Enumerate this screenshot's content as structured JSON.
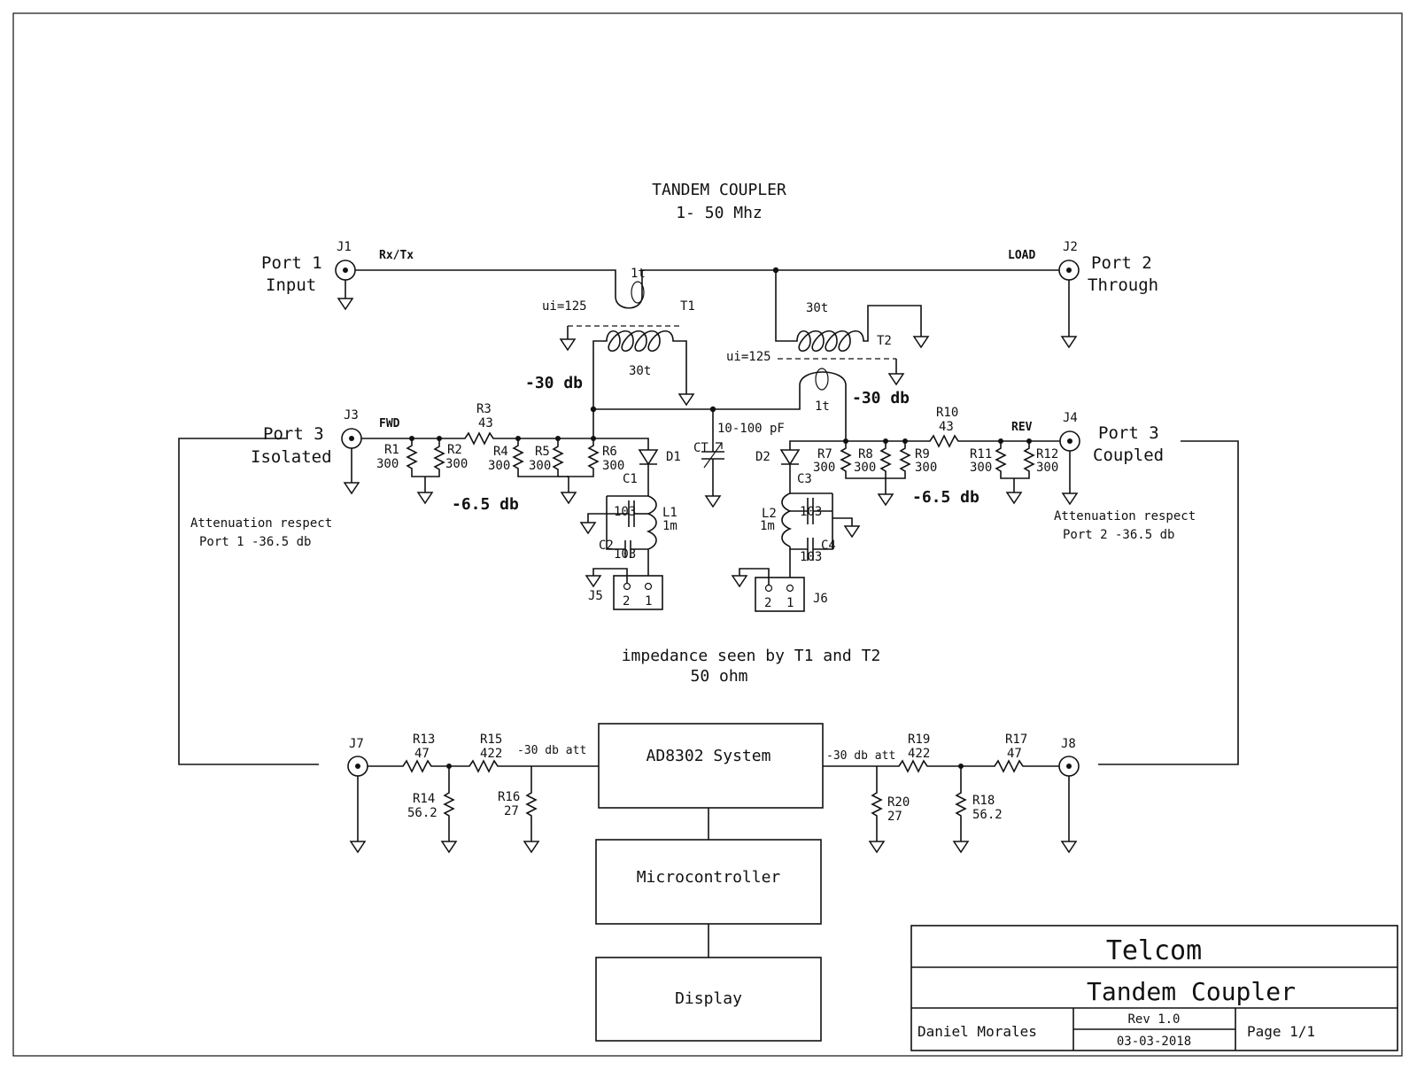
{
  "title": {
    "line1": "TANDEM COUPLER",
    "line2": "1- 50 Mhz"
  },
  "ports": {
    "port1": {
      "ref": "J1",
      "name": "Port 1",
      "desc": "Input",
      "net": "Rx/Tx"
    },
    "port2": {
      "ref": "J2",
      "name": "Port 2",
      "desc": "Through",
      "net": "LOAD"
    },
    "port3_iso": {
      "ref": "J3",
      "name": "Port 3",
      "desc": "Isolated",
      "net": "FWD"
    },
    "port3_cpl": {
      "ref": "J4",
      "name": "Port 3",
      "desc": "Coupled",
      "net": "REV"
    }
  },
  "transformers": {
    "t1": {
      "ref": "T1",
      "primary": "1t",
      "secondary": "30t",
      "ui": "ui=125"
    },
    "t2": {
      "ref": "T2",
      "primary": "30t",
      "secondary": "1t",
      "ui": "ui=125"
    }
  },
  "levels": {
    "left_coupling": "-30 db",
    "right_coupling": "-30 db",
    "left_att": "-6.5 db",
    "right_att": "-6.5 db"
  },
  "components": {
    "r1": {
      "ref": "R1",
      "val": "300"
    },
    "r2": {
      "ref": "R2",
      "val": "300"
    },
    "r3": {
      "ref": "R3",
      "val": "43"
    },
    "r4": {
      "ref": "R4",
      "val": "300"
    },
    "r5": {
      "ref": "R5",
      "val": "300"
    },
    "r6": {
      "ref": "R6",
      "val": "300"
    },
    "r7": {
      "ref": "R7",
      "val": "300"
    },
    "r8": {
      "ref": "R8",
      "val": "300"
    },
    "r9": {
      "ref": "R9",
      "val": "300"
    },
    "r10": {
      "ref": "R10",
      "val": "43"
    },
    "r11": {
      "ref": "R11",
      "val": "300"
    },
    "r12": {
      "ref": "R12",
      "val": "300"
    },
    "r13": {
      "ref": "R13",
      "val": "47"
    },
    "r14": {
      "ref": "R14",
      "val": "56.2"
    },
    "r15": {
      "ref": "R15",
      "val": "422"
    },
    "r16": {
      "ref": "R16",
      "val": "27"
    },
    "r17": {
      "ref": "R17",
      "val": "47"
    },
    "r18": {
      "ref": "R18",
      "val": "56.2"
    },
    "r19": {
      "ref": "R19",
      "val": "422"
    },
    "r20": {
      "ref": "R20",
      "val": "27"
    },
    "c1": {
      "ref": "C1",
      "val": "103"
    },
    "c2": {
      "ref": "C2",
      "val": "103"
    },
    "c3": {
      "ref": "C3",
      "val": "103"
    },
    "c4": {
      "ref": "C4",
      "val": "103"
    },
    "l1": {
      "ref": "L1",
      "val": "1m"
    },
    "l2": {
      "ref": "L2",
      "val": "1m"
    },
    "d1": {
      "ref": "D1"
    },
    "d2": {
      "ref": "D2"
    },
    "ct": {
      "ref": "CT",
      "val": "10-100 pF"
    },
    "j5": {
      "ref": "J5",
      "pin1": "1",
      "pin2": "2"
    },
    "j6": {
      "ref": "J6",
      "pin1": "1",
      "pin2": "2"
    },
    "j7": {
      "ref": "J7"
    },
    "j8": {
      "ref": "J8"
    }
  },
  "notes": {
    "att_left_1": "Attenuation respect",
    "att_left_2": "Port 1 -36.5 db",
    "att_right_1": "Attenuation respect",
    "att_right_2": "Port 2 -36.5 db",
    "impedance_1": "impedance seen by T1 and T2",
    "impedance_2": "50 ohm",
    "att_30_left": "-30 db att",
    "att_30_right": "-30 db att"
  },
  "blocks": {
    "ad8302": "AD8302 System",
    "mcu": "Microcontroller",
    "display": "Display"
  },
  "title_block": {
    "company": "Telcom",
    "title": "Tandem Coupler",
    "author": "Daniel Morales",
    "rev": "Rev 1.0",
    "date": "03-03-2018",
    "page": "Page 1/1"
  }
}
